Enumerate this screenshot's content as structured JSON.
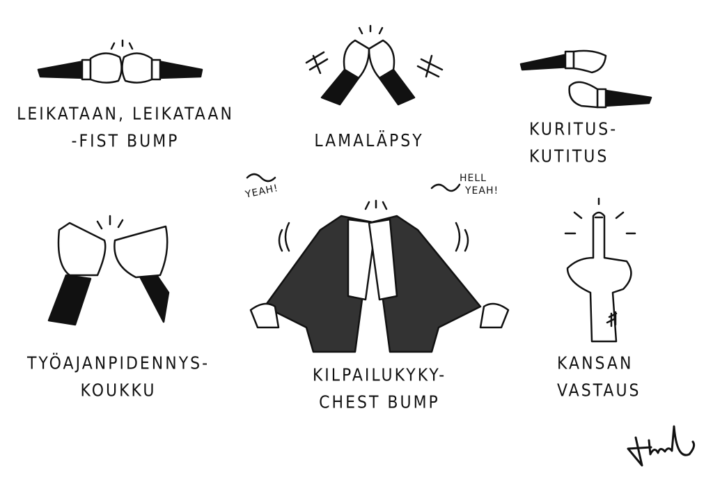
{
  "panels": [
    {
      "id": "fist-bump",
      "caption": [
        "LEIKATAAN, LEIKATAAN",
        "-FIST BUMP"
      ]
    },
    {
      "id": "high-five",
      "caption": [
        "LAMALÄPSY"
      ]
    },
    {
      "id": "tickle",
      "caption": [
        "KURITUS-",
        "KUTITUS"
      ]
    },
    {
      "id": "pinky-hook",
      "caption": [
        "TYÖAJANPIDENNYS-",
        "KOUKKU"
      ]
    },
    {
      "id": "chest-bump",
      "caption": [
        "KILPAILUKYKY-",
        "CHEST BUMP"
      ],
      "exclamations": {
        "left": "YEAH!",
        "right_line1": "HELL",
        "right_line2": "YEAH!"
      }
    },
    {
      "id": "middle-finger",
      "caption": [
        "KANSAN",
        "VASTAUS"
      ]
    }
  ]
}
